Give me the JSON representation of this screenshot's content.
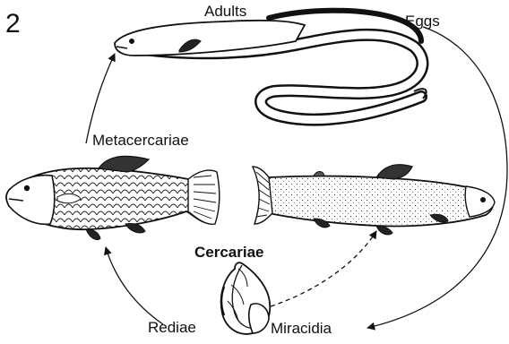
{
  "figure": {
    "panel_number": "2",
    "stages": {
      "adults": "Adults",
      "eggs": "Eggs",
      "metacercariae": "Metacercariae",
      "cercariae": "Cercariae",
      "rediae": "Rediae",
      "miracidia": "Miracidia"
    }
  },
  "colors": {
    "ink": "#111111",
    "paper": "#ffffff"
  }
}
